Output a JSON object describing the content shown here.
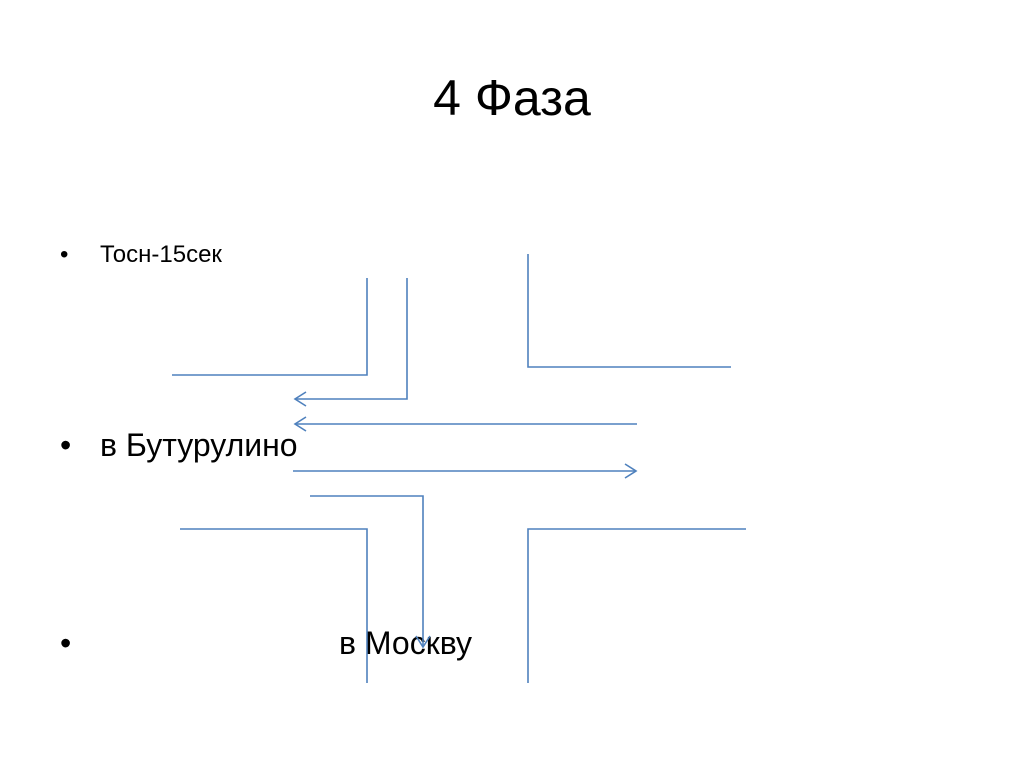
{
  "slide": {
    "title": "4 Фаза",
    "bullets": [
      {
        "marker": "•",
        "text": "Тосн-15сек"
      },
      {
        "marker": "•",
        "text": "в Бутурулино"
      },
      {
        "marker": "•",
        "text": "в Москву"
      }
    ]
  },
  "diagram": {
    "line_color": "#4f81bd",
    "description": "Intersection diagram: road edges forming a crossroad with traffic flow arrows",
    "arrows": [
      {
        "name": "turn-left-from-north",
        "direction": "down-then-left"
      },
      {
        "name": "straight-west",
        "direction": "left"
      },
      {
        "name": "straight-east",
        "direction": "right"
      },
      {
        "name": "turn-south",
        "direction": "right-then-down"
      }
    ]
  }
}
